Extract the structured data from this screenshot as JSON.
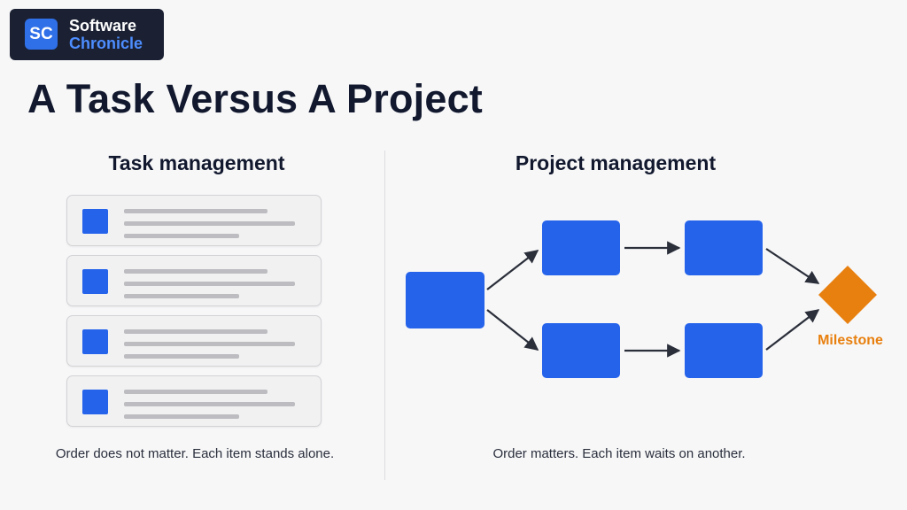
{
  "brand": {
    "initials": "SC",
    "line1": "Software",
    "line2": "Chronicle"
  },
  "title": "A Task Versus A Project",
  "task_section": {
    "heading": "Task management",
    "item_count": 4,
    "caption": "Order does not matter. Each item stands alone."
  },
  "project_section": {
    "heading": "Project management",
    "milestone_label": "Milestone",
    "caption": "Order matters. Each item waits on another."
  },
  "colors": {
    "accent_blue": "#2563eb",
    "milestone_orange": "#e8800f",
    "title_navy": "#12192e"
  }
}
